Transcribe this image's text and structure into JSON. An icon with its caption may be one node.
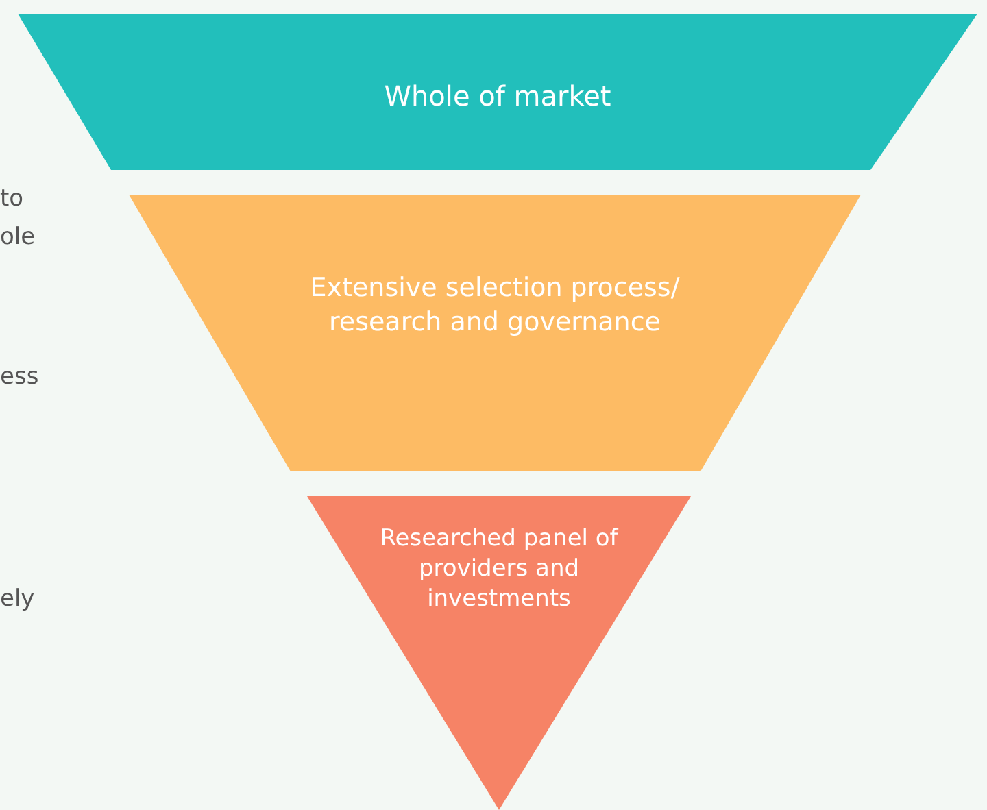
{
  "diagram": {
    "nodes": [
      {
        "text": [
          "Whole of market"
        ]
      },
      {
        "text": [
          "Extensive selection process/ research and governance"
        ]
      },
      {
        "text": [
          "Researched panel of providers and investments"
        ]
      }
    ],
    "labels": [
      "to",
      "ole",
      "ess",
      "ely"
    ]
  }
}
